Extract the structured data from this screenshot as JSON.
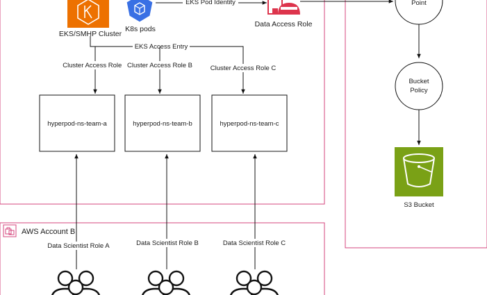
{
  "account_a": {
    "eks_cluster": "EKS/SMHP Cluster",
    "k8s_pods": "K8s pods",
    "eks_pod_identity": "EKS Pod Identity",
    "data_access_role": "Data Access Role",
    "eks_access_entry": "EKS Access Entry",
    "cluster_roles": [
      "Cluster Access Role A",
      "Cluster Access Role B",
      "Cluster Access Role C"
    ],
    "namespaces": [
      "hyperpod-ns-team-a",
      "hyperpod-ns-team-b",
      "hyperpod-ns-team-c"
    ]
  },
  "account_b": {
    "title": "AWS Account B",
    "scientist_roles": [
      "Data Scientist Role A",
      "Data Scientist Role B",
      "Data Scientist Role C"
    ]
  },
  "storage": {
    "access_point": "Point",
    "bucket_policy_line1": "Bucket",
    "bucket_policy_line2": "Policy",
    "s3_bucket": "S3 Bucket"
  },
  "colors": {
    "account_border": "#d6457c",
    "eks_orange": "#ed7100",
    "k8s_blue": "#3970e4",
    "iam_red": "#dd344c",
    "s3_green": "#7aa116"
  }
}
